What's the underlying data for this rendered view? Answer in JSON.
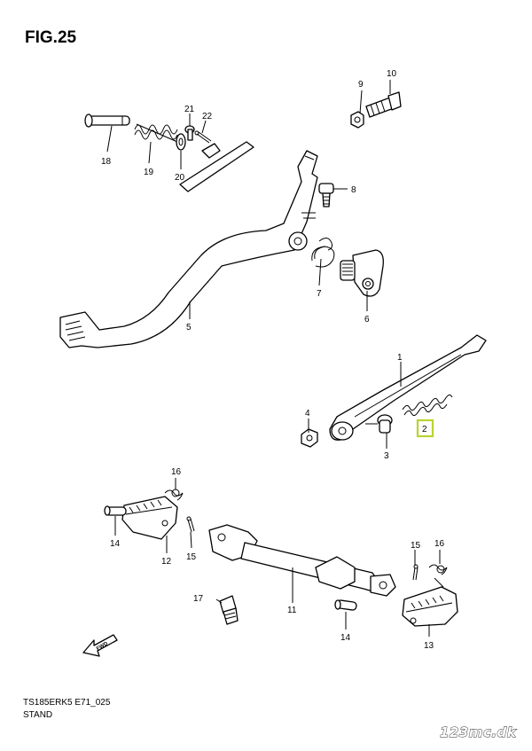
{
  "figure": {
    "title": "FIG.25",
    "model_code": "TS185ERK5 E71_025",
    "section_name": "STAND"
  },
  "watermark": "123mc.dk",
  "fwd_label": "FWD",
  "highlight_color": "#b8d430",
  "callouts": {
    "n1": "1",
    "n2": "2",
    "n3": "3",
    "n4": "4",
    "n5": "5",
    "n6": "6",
    "n7": "7",
    "n8": "8",
    "n9": "9",
    "n10": "10",
    "n11": "11",
    "n12": "12",
    "n13": "13",
    "n14a": "14",
    "n14b": "14",
    "n15a": "15",
    "n15b": "15",
    "n16a": "16",
    "n16b": "16",
    "n17": "17",
    "n18": "18",
    "n19": "19",
    "n20": "20",
    "n21": "21",
    "n22": "22"
  },
  "highlighted_callout": "2"
}
